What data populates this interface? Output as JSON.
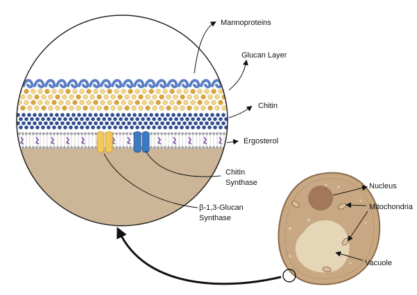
{
  "labels": {
    "mannoproteins": "Mannoproteins",
    "glucan_layer": "Glucan Layer",
    "chitin": "Chitin",
    "ergosterol": "Ergosterol",
    "chitin_synthase_line1": "Chitin",
    "chitin_synthase_line2": "Synthase",
    "glucan_synthase_line1": "β-1,3-Glucan",
    "glucan_synthase_line2": "Synthase",
    "nucleus": "Nucleus",
    "mitochondria": "Mitochondria",
    "vacuole": "Vacuole"
  },
  "colors": {
    "mannoprotein": "#5b7fc4",
    "glucan_gold": "#d9a43a",
    "glucan_light": "#f0d68a",
    "chitin_blue": "#2f4c8f",
    "membrane_head": "#a8a8a8",
    "ergosterol_purple": "#7a4fa0",
    "glucan_synthase": "#f3c95b",
    "chitin_synthase": "#3d7ac4",
    "cytoplasm": "#cdb597",
    "cell_fill": "#c7a882",
    "cell_border": "#8b6a4a",
    "nucleus": "#a3775a",
    "vacuole": "#e6d6b8"
  }
}
